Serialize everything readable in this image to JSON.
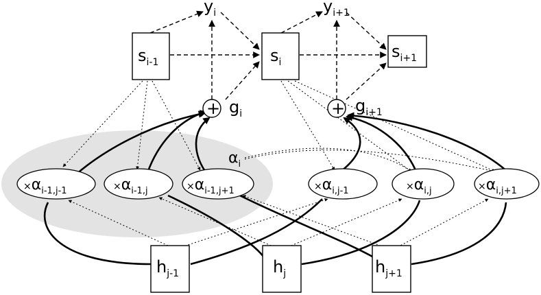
{
  "states": {
    "prev": {
      "base": "s",
      "sub": "i-1"
    },
    "cur": {
      "base": "s",
      "sub": "i"
    },
    "next": {
      "base": "s",
      "sub": "i+1"
    }
  },
  "outputs": {
    "y_cur": {
      "base": "y",
      "sub": "i"
    },
    "y_next": {
      "base": "y",
      "sub": "i+1"
    }
  },
  "gates": {
    "g_cur": {
      "symbol": "+",
      "base": "g",
      "sub": "i"
    },
    "g_next": {
      "symbol": "+",
      "base": "g",
      "sub": "i+1"
    }
  },
  "alpha_label": {
    "base": "α",
    "sub": "i"
  },
  "weights": [
    {
      "prefix": "×",
      "base": "α",
      "sub": "i-1,j-1"
    },
    {
      "prefix": "×",
      "base": "α",
      "sub": "i-1,j"
    },
    {
      "prefix": "×",
      "base": "α",
      "sub": "i-1,j+1"
    },
    {
      "prefix": "×",
      "base": "α",
      "sub": "i,j-1"
    },
    {
      "prefix": "×",
      "base": "α",
      "sub": "i,j"
    },
    {
      "prefix": "×",
      "base": "α",
      "sub": "i,j+1"
    }
  ],
  "hidden": {
    "h_prev": {
      "base": "h",
      "sub": "j-1"
    },
    "h_cur": {
      "base": "h",
      "sub": "j"
    },
    "h_next": {
      "base": "h",
      "sub": "j+1"
    }
  },
  "colors": {
    "highlight": "#e3e3e3",
    "stroke": "#000000"
  }
}
